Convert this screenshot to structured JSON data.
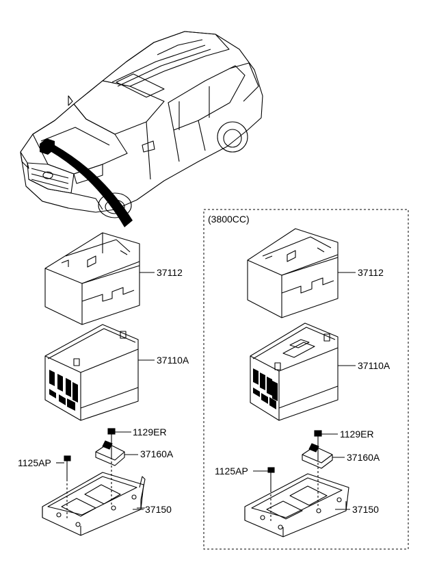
{
  "variant_box": {
    "label": "(3800CC)"
  },
  "left_group": {
    "parts": {
      "battery_cover": "37112",
      "battery": "37110A",
      "bolt": "1129ER",
      "clamp": "37160A",
      "screw": "1125AP",
      "tray": "37150"
    }
  },
  "right_group": {
    "parts": {
      "battery_cover": "37112",
      "battery": "37110A",
      "bolt": "1129ER",
      "clamp": "37160A",
      "screw": "1125AP",
      "tray": "37150"
    }
  }
}
